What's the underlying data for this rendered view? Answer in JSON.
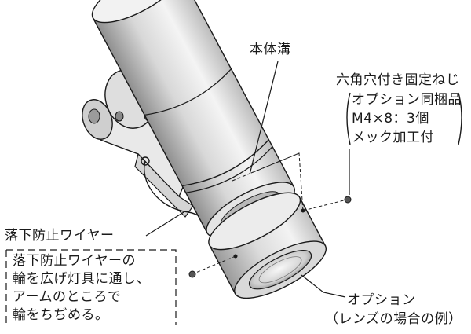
{
  "labels": {
    "body_groove": "本体溝",
    "screw_title": "六角穴付き固定ねじ",
    "screw_lines": [
      "オプション同梱品",
      "M4×8：3個",
      "メック加工付"
    ],
    "fall_wire": "落下防止ワイヤー",
    "note_lines": [
      "落下防止ワイヤーの",
      "輪を広げ灯具に通し、",
      "アームのところで",
      "輪をちぢめる。"
    ],
    "option_lines": [
      "オプション",
      "（レンズの場合の例）"
    ]
  }
}
